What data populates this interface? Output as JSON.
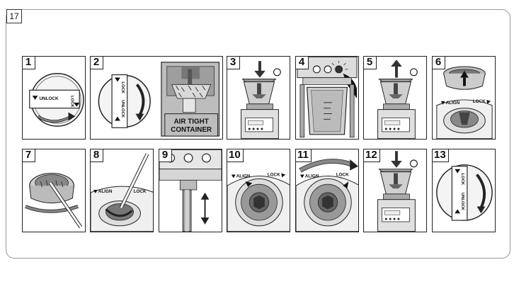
{
  "page_number": "17",
  "steps": [
    {
      "num": "1",
      "labels": [
        "UNLOCK",
        "LOCK"
      ]
    },
    {
      "num": "2",
      "labels": [
        "LOCK",
        "UNLOCK",
        "AIR TIGHT",
        "CONTAINER"
      ]
    },
    {
      "num": "3",
      "labels": []
    },
    {
      "num": "4",
      "labels": []
    },
    {
      "num": "5",
      "labels": []
    },
    {
      "num": "6",
      "labels": [
        "ALIGN",
        "LOCK"
      ]
    },
    {
      "num": "7",
      "labels": []
    },
    {
      "num": "8",
      "labels": [
        "ALIGN",
        "LOCK"
      ]
    },
    {
      "num": "9",
      "labels": []
    },
    {
      "num": "10",
      "labels": [
        "ALIGN",
        "LOCK"
      ]
    },
    {
      "num": "11",
      "labels": [
        "ALIGN",
        "LOCK"
      ]
    },
    {
      "num": "12",
      "labels": []
    },
    {
      "num": "13",
      "labels": [
        "LOCK",
        "UNLOCK"
      ]
    }
  ]
}
